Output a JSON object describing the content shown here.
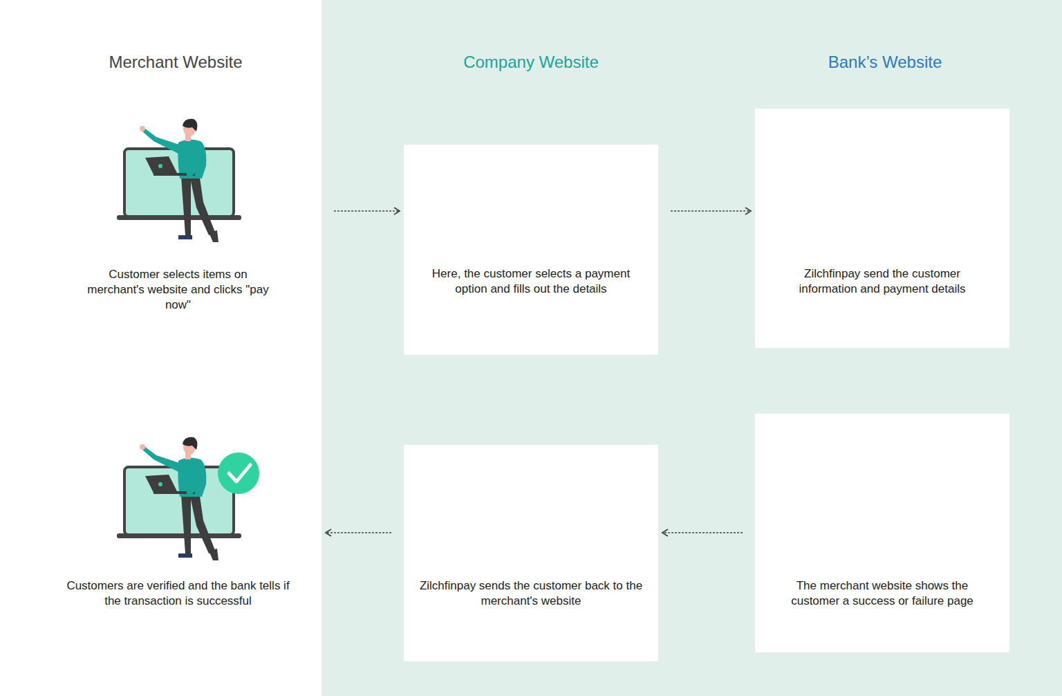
{
  "diagram": {
    "nodes": [
      {
        "text": [
          "Customer selects items on merchant's website and clicks \"pay now\""
        ]
      },
      {
        "text": [
          "Here, the customer selects a payment option and fills out the details"
        ]
      },
      {
        "text": [
          "Zilchfinpay send the customer information and payment details"
        ]
      },
      {
        "text": [
          "The merchant website shows the customer a success or failure page"
        ]
      },
      {
        "text": [
          "Zilchfinpay sends the customer back to the merchant's website"
        ]
      },
      {
        "text": [
          "Customers are verified and the bank tells if the transaction is successful"
        ]
      }
    ],
    "edges": [
      {
        "from": 0,
        "to": 1,
        "arrow": "to"
      },
      {
        "from": 1,
        "to": 2,
        "arrow": "to"
      },
      {
        "from": 3,
        "to": 4,
        "arrow": "to"
      },
      {
        "from": 4,
        "to": 5,
        "arrow": "to"
      }
    ],
    "labels": [
      "Merchant Website",
      "Company Website",
      "Bank’s Website"
    ]
  }
}
